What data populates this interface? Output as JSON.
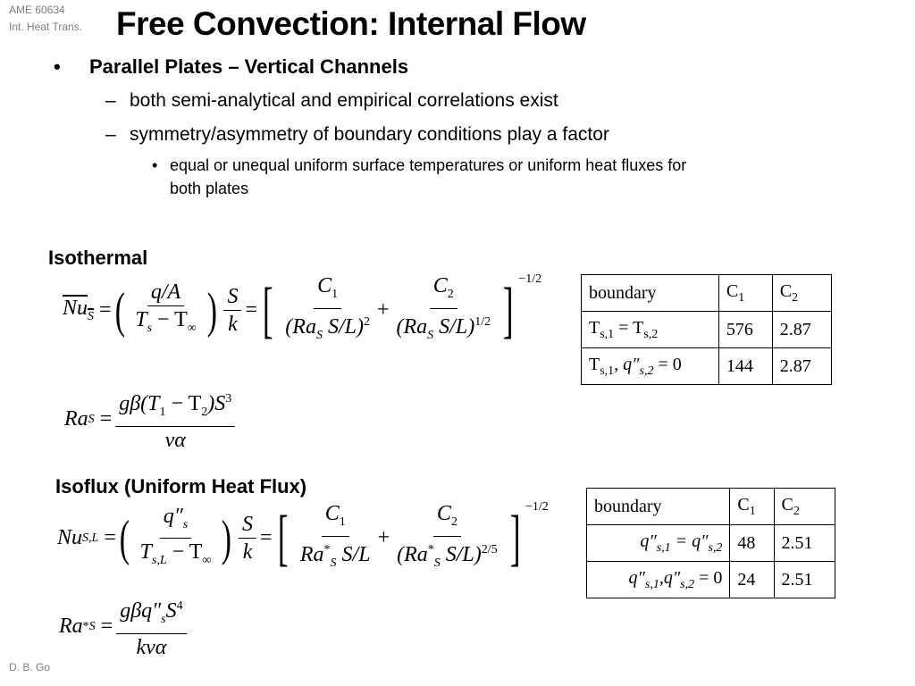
{
  "header": {
    "course": "AME 60634",
    "subtitle": "Int. Heat Trans.",
    "title": "Free Convection: Internal Flow"
  },
  "bullets": {
    "main": "Parallel Plates – Vertical Channels",
    "sub": [
      "both semi-analytical and empirical correlations exist",
      "symmetry/asymmetry of boundary conditions play a factor"
    ],
    "subsub_line1": "equal or unequal uniform surface temperatures or uniform heat fluxes for",
    "subsub_line2": "both plates",
    "bullet_glyph": "•",
    "dash_glyph": "–"
  },
  "isothermal": {
    "heading": "Isothermal",
    "nu_eq": {
      "lhs": "Nu",
      "lhs_sub": "S",
      "num": "q/A",
      "den": "T",
      "den_sub": "s",
      "den2": " − T",
      "den2_sub": "∞",
      "s": "S",
      "k": "k",
      "c1": "C",
      "c1_sub": "1",
      "d1": "(Ra",
      "d1_sub": "S",
      "d1b": " S/L)",
      "d1_sup": "2",
      "c2": "C",
      "c2_sub": "2",
      "d2": "(Ra",
      "d2_sub": "S",
      "d2b": " S/L)",
      "d2_sup": "1/2",
      "exp": "−1/2"
    },
    "ra_eq": {
      "lhs": "Ra",
      "lhs_sub": "S",
      "num": "gβ(T",
      "num_sub1": "1",
      "num_mid": " − T",
      "num_sub2": "2",
      "num_end": ")S",
      "num_sup": "3",
      "den": "να"
    },
    "table": {
      "headers": [
        "boundary",
        "C",
        "C"
      ],
      "header_subs": [
        "",
        "1",
        "2"
      ],
      "rows": [
        {
          "b": "T",
          "b_sub": "s,1",
          "b2": " = T",
          "b2_sub": "s,2",
          "c1": "576",
          "c2": "2.87"
        },
        {
          "b": "T",
          "b_sub": "s,1",
          "b2": ", q″",
          "b2_sub": "s,2",
          "b3": " = 0",
          "c1": "144",
          "c2": "2.87"
        }
      ]
    }
  },
  "isoflux": {
    "heading": "Isoflux (Uniform Heat Flux)",
    "nu_eq": {
      "lhs": "Nu",
      "lhs_sub": "S,L",
      "num": "q″",
      "num_sub": "s",
      "den": "T",
      "den_sub": "s,L",
      "den2": " − T",
      "den2_sub": "∞",
      "s": "S",
      "k": "k",
      "c1": "C",
      "c1_sub": "1",
      "d1": "Ra",
      "d1_sup": "*",
      "d1_sub": "S",
      "d1b": " S/L",
      "c2": "C",
      "c2_sub": "2",
      "d2": "(Ra",
      "d2_sup0": "*",
      "d2_sub": "S",
      "d2b": " S/L)",
      "d2_sup": "2/5",
      "exp": "−1/2"
    },
    "ra_eq": {
      "lhs": "Ra",
      "lhs_sup": "*",
      "lhs_sub": "S",
      "num": "gβq″",
      "num_sub": "s",
      "num_end": "S",
      "num_sup": "4",
      "den": "kνα"
    },
    "table": {
      "headers": [
        "boundary",
        "C",
        "C"
      ],
      "header_subs": [
        "",
        "1",
        "2"
      ],
      "rows": [
        {
          "b": "q″",
          "b_sub": "s,1",
          "b2": " = q″",
          "b2_sub": "s,2",
          "c1": "48",
          "c2": "2.51"
        },
        {
          "b": "q″",
          "b_sub": "s,1",
          "b2": ",q″",
          "b2_sub": "s,2",
          "b3": " = 0",
          "c1": "24",
          "c2": "2.51"
        }
      ]
    }
  },
  "footer": "D. B. Go"
}
